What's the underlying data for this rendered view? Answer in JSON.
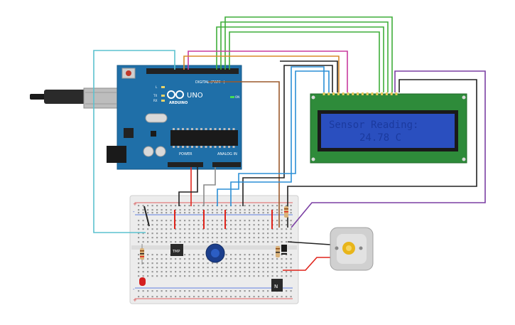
{
  "arduino": {
    "brand": "ARDUINO",
    "model": "UNO",
    "digital_label": "DIGITAL (PWM~)",
    "power_label": "POWER",
    "analog_label": "ANALOG IN",
    "on_label": "ON",
    "tx_label": "TX",
    "rx_label": "RX",
    "l_label": "L",
    "board_color": "#1f6fa8"
  },
  "lcd": {
    "line1": "Sensor Reading:",
    "line2": "24.78 C",
    "pcb_color": "#2e8b3a",
    "screen_color": "#2a4fbf",
    "text_color": "#1b3a9e"
  },
  "breadboard": {
    "plus_label": "+",
    "minus_label": "-"
  },
  "components": {
    "sensor_label": "TMP",
    "transistor_label": "N",
    "motor_color": "#e8b51a"
  },
  "wire_colors": {
    "cyan": "#5bc2cf",
    "green": "#3fae3a",
    "magenta": "#c83b9e",
    "orange": "#d88a2a",
    "black": "#222222",
    "blue": "#2b8fd6",
    "brown": "#9c5a2c",
    "purple": "#7b3fa3",
    "red": "#e0241b",
    "gray": "#8a8a8a"
  }
}
